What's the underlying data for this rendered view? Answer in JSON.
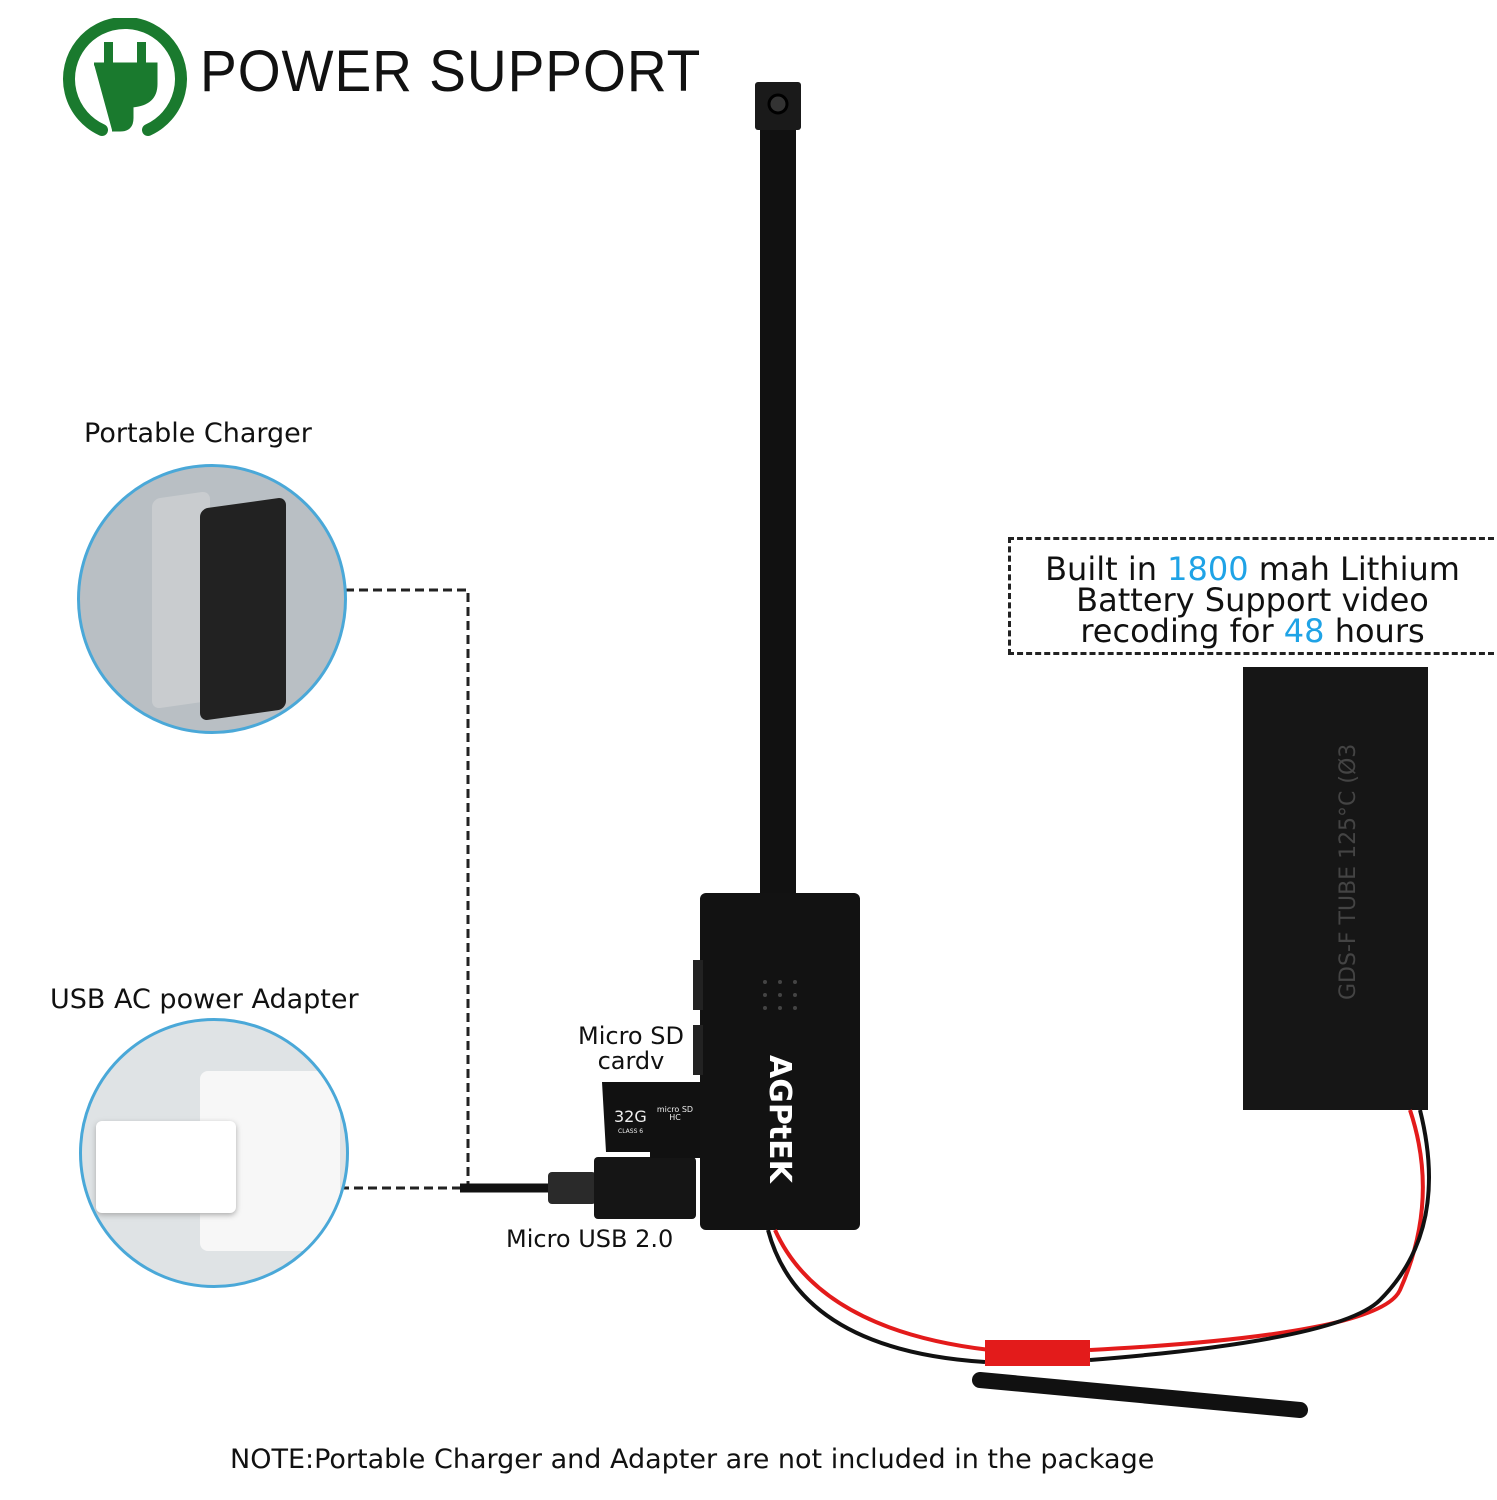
{
  "header": {
    "title": "POWER SUPPORT",
    "icon": "power-plug-icon",
    "icon_color": "#1a7a2e"
  },
  "labels": {
    "portable_charger": "Portable Charger",
    "usb_adapter": "USB AC power Adapter",
    "micro_sd_line1": "Micro SD",
    "micro_sd_line2": "cardv",
    "micro_usb": "Micro USB 2.0"
  },
  "sd_card": {
    "capacity": "32G",
    "brand": "micro SD HC",
    "class": "CLASS 6"
  },
  "camera": {
    "brand": "AGPtEK"
  },
  "battery_info": {
    "part1": "Built in ",
    "capacity": "1800",
    "part2": " mah Lithium",
    "line2": "Battery Support video",
    "part3": "recoding for ",
    "hours": "48",
    "part4": " hours",
    "highlight_color": "#1fa3e6"
  },
  "battery": {
    "print": "GDS-F TUBE 125°C (Ø3"
  },
  "note": "NOTE:Portable Charger and Adapter are not included in the package"
}
